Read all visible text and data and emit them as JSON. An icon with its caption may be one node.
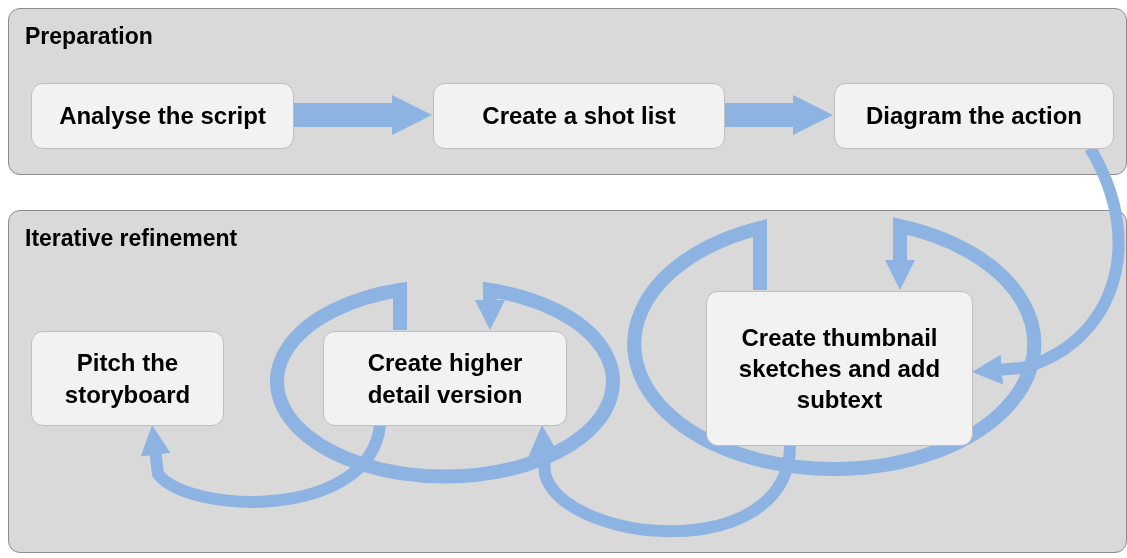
{
  "diagram": {
    "nodes": [
      {
        "text": [
          "Preparation"
        ]
      },
      {
        "text": [
          "Analyse the script"
        ],
        "in": 0
      },
      {
        "text": [
          "Create a shot list"
        ],
        "in": 0
      },
      {
        "text": [
          "Diagram the action"
        ],
        "in": 0
      },
      {
        "text": [
          "Iterative refinement"
        ]
      },
      {
        "text": [
          "Pitch the storyboard"
        ],
        "in": 4
      },
      {
        "text": [
          "Create higher detail version"
        ],
        "in": 4
      },
      {
        "text": [
          "Create thumbnail sketches and add subtext"
        ],
        "in": 4
      }
    ],
    "edges": [
      {
        "from": 1,
        "to": 2,
        "arrow": "to"
      },
      {
        "from": 2,
        "to": 3,
        "arrow": "to"
      },
      {
        "from": 3,
        "to": 7,
        "arrow": "to"
      },
      {
        "from": 7,
        "to": 7,
        "arrow": "to"
      },
      {
        "from": 7,
        "to": 6,
        "arrow": "to"
      },
      {
        "from": 6,
        "to": 6,
        "arrow": "to"
      },
      {
        "from": 6,
        "to": 5,
        "arrow": "to"
      }
    ]
  }
}
